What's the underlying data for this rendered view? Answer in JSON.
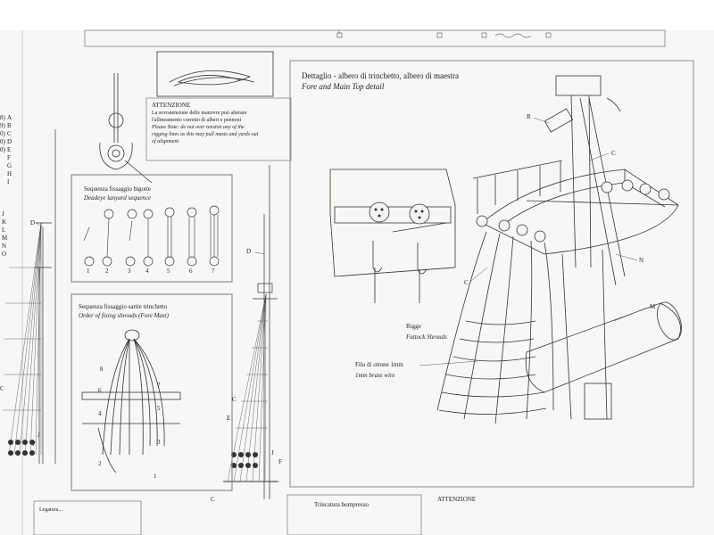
{
  "attention_top": {
    "title": "ATTENZIONE",
    "it_text": [
      "La sovratensione delle manovre può alterare",
      "l'allineamento corretto di alberi e pennoni"
    ],
    "en_text": [
      "Please Note: do not over tension any of the",
      "rigging lines as this may pull masts and yards out",
      "of alignment"
    ]
  },
  "deadeye_sequence": {
    "title_it": "Sequenza fissaggio bigotte",
    "title_en": "Deadeye lanyard sequence",
    "steps": [
      "1",
      "2",
      "3",
      "4",
      "5",
      "6",
      "7"
    ]
  },
  "shroud_order": {
    "title_it": "Sequenza fissaggio sartie trinchetto",
    "title_en": "Order of fixing shrouds (Fore Mast)",
    "numbers": [
      "8",
      "7",
      "6",
      "5",
      "4",
      "3",
      "2",
      "1"
    ]
  },
  "detail": {
    "title_it": "Dettaglio - albero di trinchetto, albero di maestra",
    "title_en": "Fore and Main Top detail",
    "labels": {
      "R": "R",
      "C1": "C",
      "C2": "C",
      "N": "N",
      "M": "M"
    },
    "rigge_it": "Rigge",
    "rigge_en": "Futtock Shrouds",
    "wire_it": "Filo di ottone 1mm",
    "wire_en": "1mm brass wire"
  },
  "left_letters": [
    "A",
    "B",
    "C",
    "D",
    "E",
    "F",
    "G",
    "H",
    "I"
  ],
  "left_letters2": [
    "J",
    "K",
    "L",
    "M",
    "N",
    "O"
  ],
  "left_numbers": [
    "8)",
    "9)",
    "0)",
    "0)",
    "0)"
  ],
  "mast_labels": {
    "D_left": "D",
    "C_left": "C",
    "F_left": "F",
    "J_left": "J",
    "D_mid": "D",
    "C_mid": "C",
    "E_mid": "E",
    "J_mid": "J",
    "F_mid": "F",
    "C_bottom": "C"
  },
  "bottom": {
    "left_text": "Legatura...",
    "mid_text": "Trincatura bompresso",
    "right_text": "ATTENZIONE"
  }
}
